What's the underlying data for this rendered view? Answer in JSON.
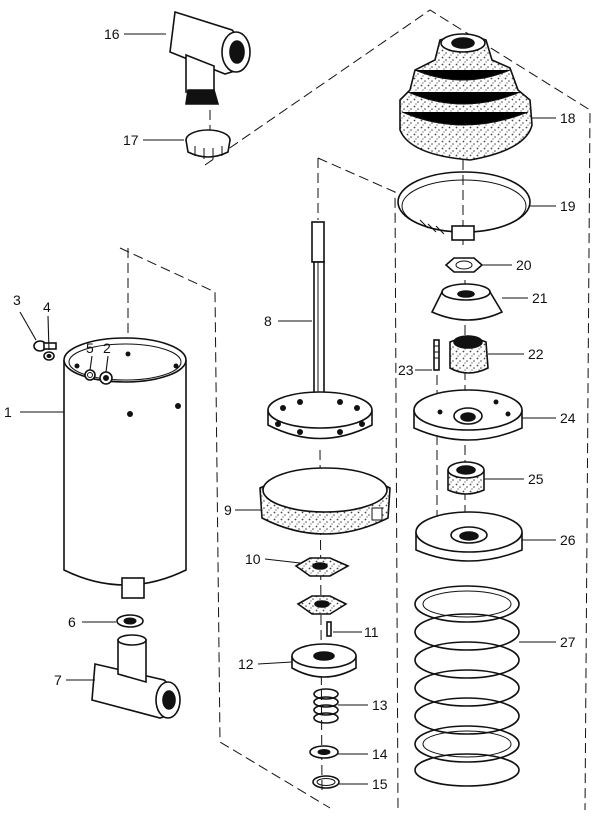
{
  "colors": {
    "ink": "#111111",
    "paper": "#ffffff",
    "speckle": "#4a4a4a"
  },
  "callouts": [
    {
      "id": "1",
      "label": "1"
    },
    {
      "id": "2",
      "label": "2"
    },
    {
      "id": "3",
      "label": "3"
    },
    {
      "id": "4",
      "label": "4"
    },
    {
      "id": "5",
      "label": "5"
    },
    {
      "id": "6",
      "label": "6"
    },
    {
      "id": "7",
      "label": "7"
    },
    {
      "id": "8",
      "label": "8"
    },
    {
      "id": "9",
      "label": "9"
    },
    {
      "id": "10",
      "label": "10"
    },
    {
      "id": "11",
      "label": "11"
    },
    {
      "id": "12",
      "label": "12"
    },
    {
      "id": "13",
      "label": "13"
    },
    {
      "id": "14",
      "label": "14"
    },
    {
      "id": "15",
      "label": "15"
    },
    {
      "id": "16",
      "label": "16"
    },
    {
      "id": "17",
      "label": "17"
    },
    {
      "id": "18",
      "label": "18"
    },
    {
      "id": "19",
      "label": "19"
    },
    {
      "id": "20",
      "label": "20"
    },
    {
      "id": "21",
      "label": "21"
    },
    {
      "id": "22",
      "label": "22"
    },
    {
      "id": "23",
      "label": "23"
    },
    {
      "id": "24",
      "label": "24"
    },
    {
      "id": "25",
      "label": "25"
    },
    {
      "id": "26",
      "label": "26"
    },
    {
      "id": "27",
      "label": "27"
    }
  ]
}
